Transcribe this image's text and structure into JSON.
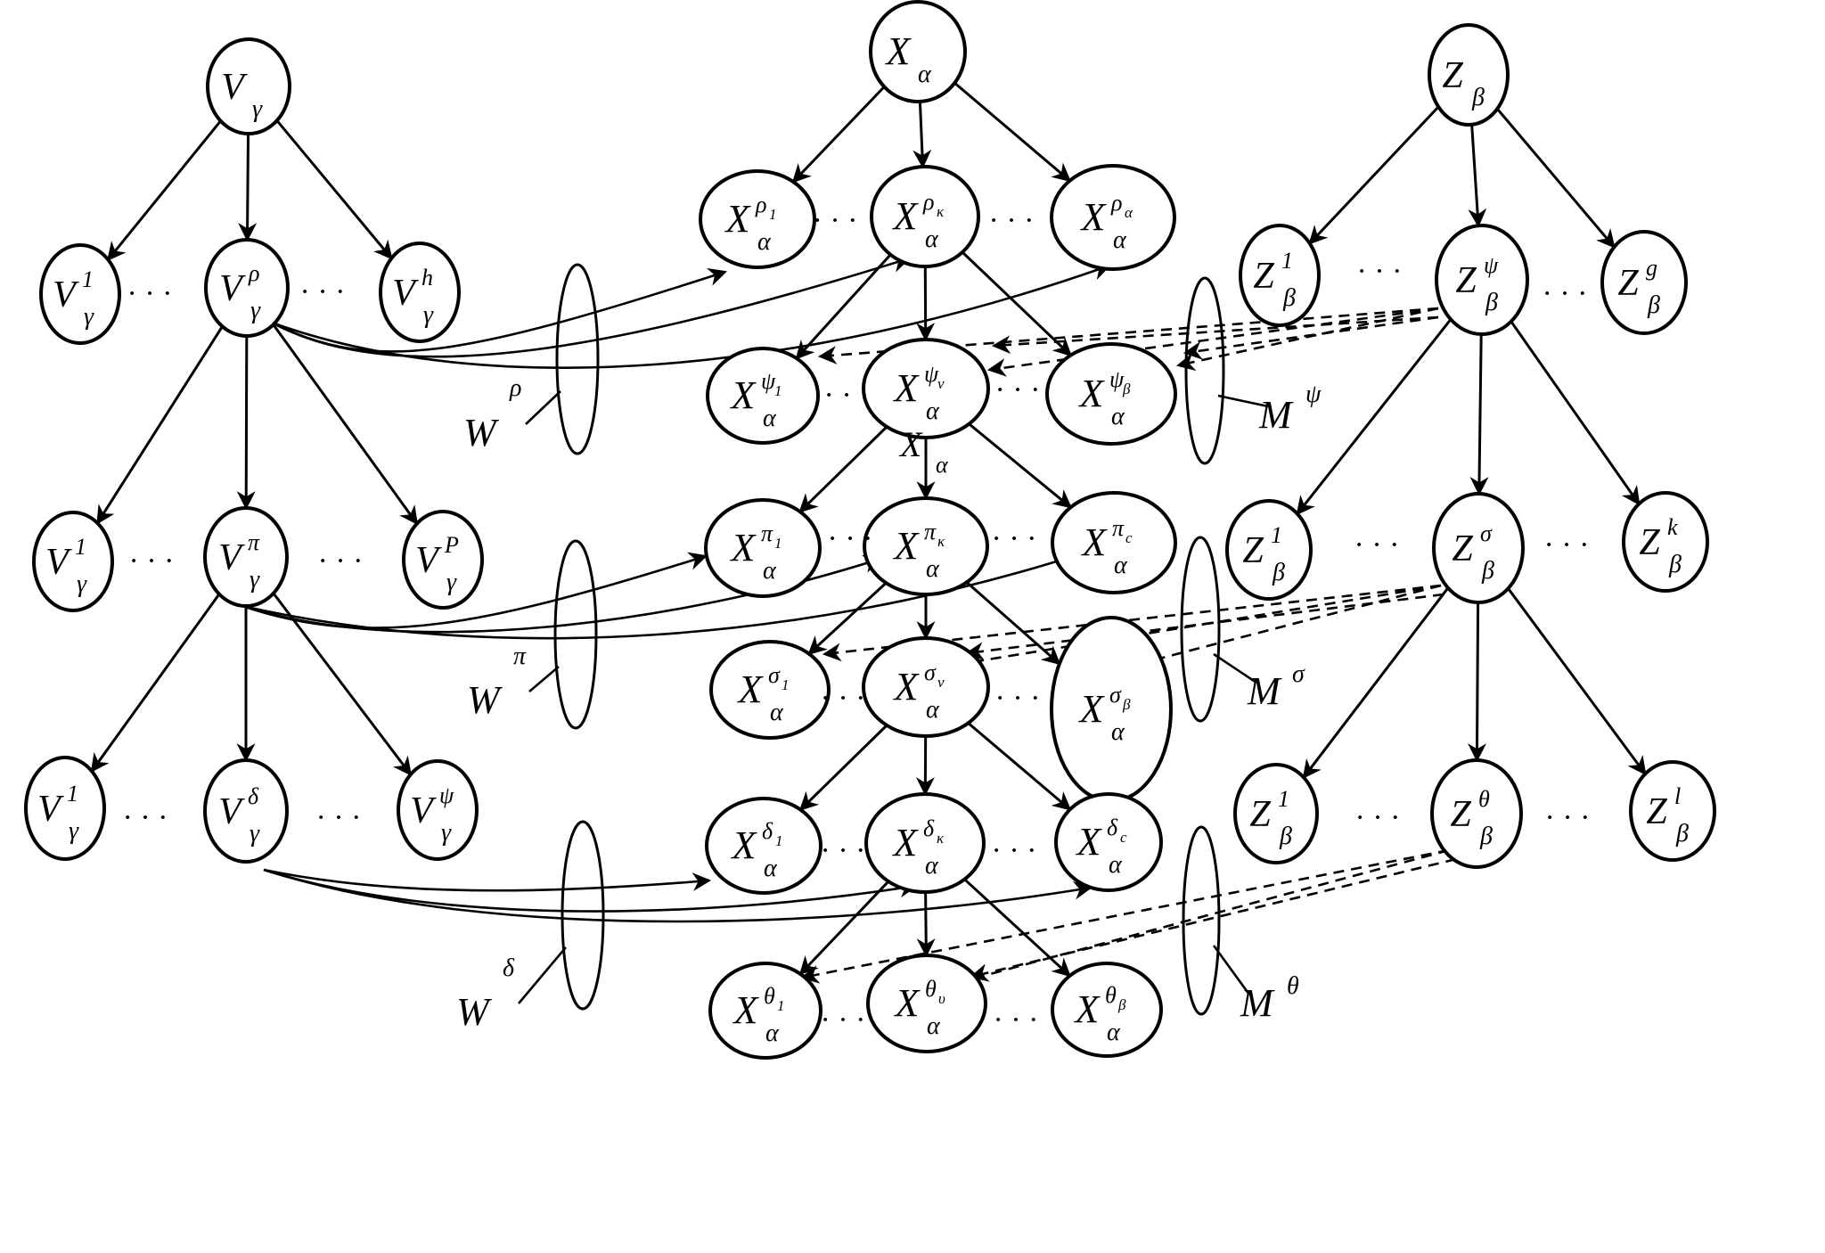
{
  "nodes": [
    {
      "id": "V0",
      "base": "V",
      "sub": "γ",
      "sup": ""
    },
    {
      "id": "V1",
      "base": "V",
      "sub": "γ",
      "sup": "1"
    },
    {
      "id": "Vr",
      "base": "V",
      "sub": "γ",
      "sup": "ρ"
    },
    {
      "id": "Vh",
      "base": "V",
      "sub": "γ",
      "sup": "h"
    },
    {
      "id": "V2",
      "base": "V",
      "sub": "γ",
      "sup": "1"
    },
    {
      "id": "Vpi",
      "base": "V",
      "sub": "γ",
      "sup": "π"
    },
    {
      "id": "VP",
      "base": "V",
      "sub": "γ",
      "sup": "P"
    },
    {
      "id": "V3",
      "base": "V",
      "sub": "γ",
      "sup": "1"
    },
    {
      "id": "Vd",
      "base": "V",
      "sub": "γ",
      "sup": "δ"
    },
    {
      "id": "Vpsi",
      "base": "V",
      "sub": "γ",
      "sup": "ψ"
    },
    {
      "id": "X0",
      "base": "X",
      "sub": "α",
      "sup": ""
    },
    {
      "id": "Xr1",
      "base": "X",
      "sub": "α",
      "sup": "ρ",
      "supsub": "1"
    },
    {
      "id": "Xrk",
      "base": "X",
      "sub": "α",
      "sup": "ρ",
      "supsub": "κ"
    },
    {
      "id": "Xra",
      "base": "X",
      "sub": "α",
      "sup": "ρ",
      "supsub": "α"
    },
    {
      "id": "Xp1",
      "base": "X",
      "sub": "α",
      "sup": "ψ",
      "supsub": "1"
    },
    {
      "id": "Xpv",
      "base": "X",
      "sub": "α",
      "sup": "ψ",
      "supsub": "ν"
    },
    {
      "id": "Xpb",
      "base": "X",
      "sub": "α",
      "sup": "ψ",
      "supsub": "β"
    },
    {
      "id": "Xq1",
      "base": "X",
      "sub": "α",
      "sup": "π",
      "supsub": "1"
    },
    {
      "id": "Xqk",
      "base": "X",
      "sub": "α",
      "sup": "π",
      "supsub": "κ"
    },
    {
      "id": "Xqc",
      "base": "X",
      "sub": "α",
      "sup": "π",
      "supsub": "c"
    },
    {
      "id": "Xs1",
      "base": "X",
      "sub": "α",
      "sup": "σ",
      "supsub": "1"
    },
    {
      "id": "Xsv",
      "base": "X",
      "sub": "α",
      "sup": "σ",
      "supsub": "ν"
    },
    {
      "id": "Xsb",
      "base": "X",
      "sub": "α",
      "sup": "σ",
      "supsub": "β"
    },
    {
      "id": "Xd1",
      "base": "X",
      "sub": "α",
      "sup": "δ",
      "supsub": "1"
    },
    {
      "id": "Xdk",
      "base": "X",
      "sub": "α",
      "sup": "δ",
      "supsub": "κ"
    },
    {
      "id": "Xdc",
      "base": "X",
      "sub": "α",
      "sup": "δ",
      "supsub": "c"
    },
    {
      "id": "Xt1",
      "base": "X",
      "sub": "α",
      "sup": "θ",
      "supsub": "1"
    },
    {
      "id": "Xtv",
      "base": "X",
      "sub": "α",
      "sup": "θ",
      "supsub": "υ"
    },
    {
      "id": "Xtb",
      "base": "X",
      "sub": "α",
      "sup": "θ",
      "supsub": "β"
    },
    {
      "id": "Z0",
      "base": "Z",
      "sub": "β",
      "sup": ""
    },
    {
      "id": "Z1",
      "base": "Z",
      "sub": "β",
      "sup": "1"
    },
    {
      "id": "Zpsi",
      "base": "Z",
      "sub": "β",
      "sup": "ψ"
    },
    {
      "id": "Zg",
      "base": "Z",
      "sub": "β",
      "sup": "g"
    },
    {
      "id": "Z2",
      "base": "Z",
      "sub": "β",
      "sup": "1"
    },
    {
      "id": "Zs",
      "base": "Z",
      "sub": "β",
      "sup": "σ"
    },
    {
      "id": "Zk",
      "base": "Z",
      "sub": "β",
      "sup": "k"
    },
    {
      "id": "Z3",
      "base": "Z",
      "sub": "β",
      "sup": "1"
    },
    {
      "id": "Zt",
      "base": "Z",
      "sub": "β",
      "sup": "θ"
    },
    {
      "id": "Zl",
      "base": "Z",
      "sub": "β",
      "sup": "l"
    }
  ],
  "ellipsis": "· · ·",
  "groups": [
    {
      "id": "Wr",
      "base": "W",
      "sup": "ρ"
    },
    {
      "id": "Wp",
      "base": "W",
      "sup": "π"
    },
    {
      "id": "Wd",
      "base": "W",
      "sup": "δ"
    },
    {
      "id": "Mp",
      "base": "M",
      "sup": "ψ"
    },
    {
      "id": "Ms",
      "base": "M",
      "sup": "σ"
    },
    {
      "id": "Mt",
      "base": "M",
      "sup": "θ"
    }
  ],
  "stray_label": {
    "base": "X",
    "sub": "α"
  }
}
